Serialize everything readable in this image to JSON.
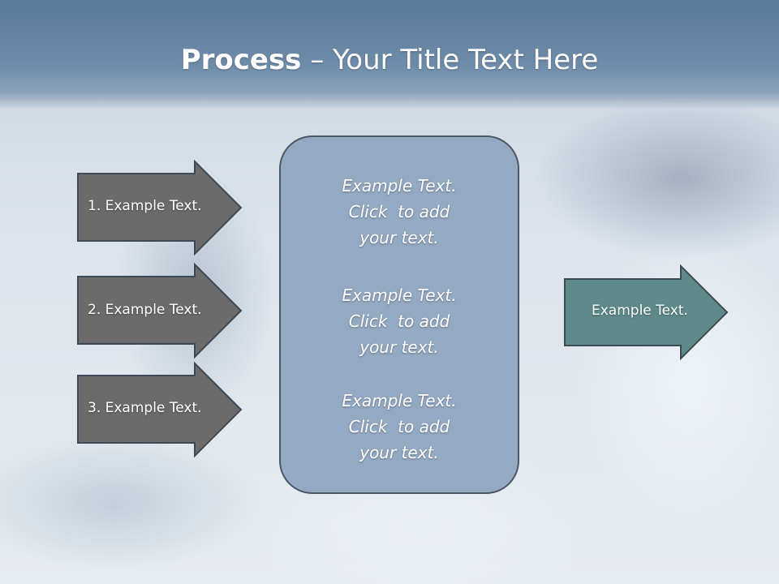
{
  "title": {
    "bold": "Process",
    "rest": " – Your Title Text Here"
  },
  "inputs": [
    {
      "label": "1. Example Text."
    },
    {
      "label": "2. Example Text."
    },
    {
      "label": "3. Example Text."
    }
  ],
  "center_blocks": [
    {
      "line1": "Example Text.",
      "line2": "Click  to add",
      "line3": "your text."
    },
    {
      "line1": "Example Text.",
      "line2": "Click  to add",
      "line3": "your text."
    },
    {
      "line1": "Example Text.",
      "line2": "Click  to add",
      "line3": "your text."
    }
  ],
  "output": {
    "label": "Example Text."
  },
  "colors": {
    "title_band": "#6e8caa",
    "input_arrow_fill": "#6b6b6b",
    "center_box_fill": "#94aac3",
    "output_arrow_fill": "#5e8a8a",
    "outline": "#3d4a55"
  }
}
